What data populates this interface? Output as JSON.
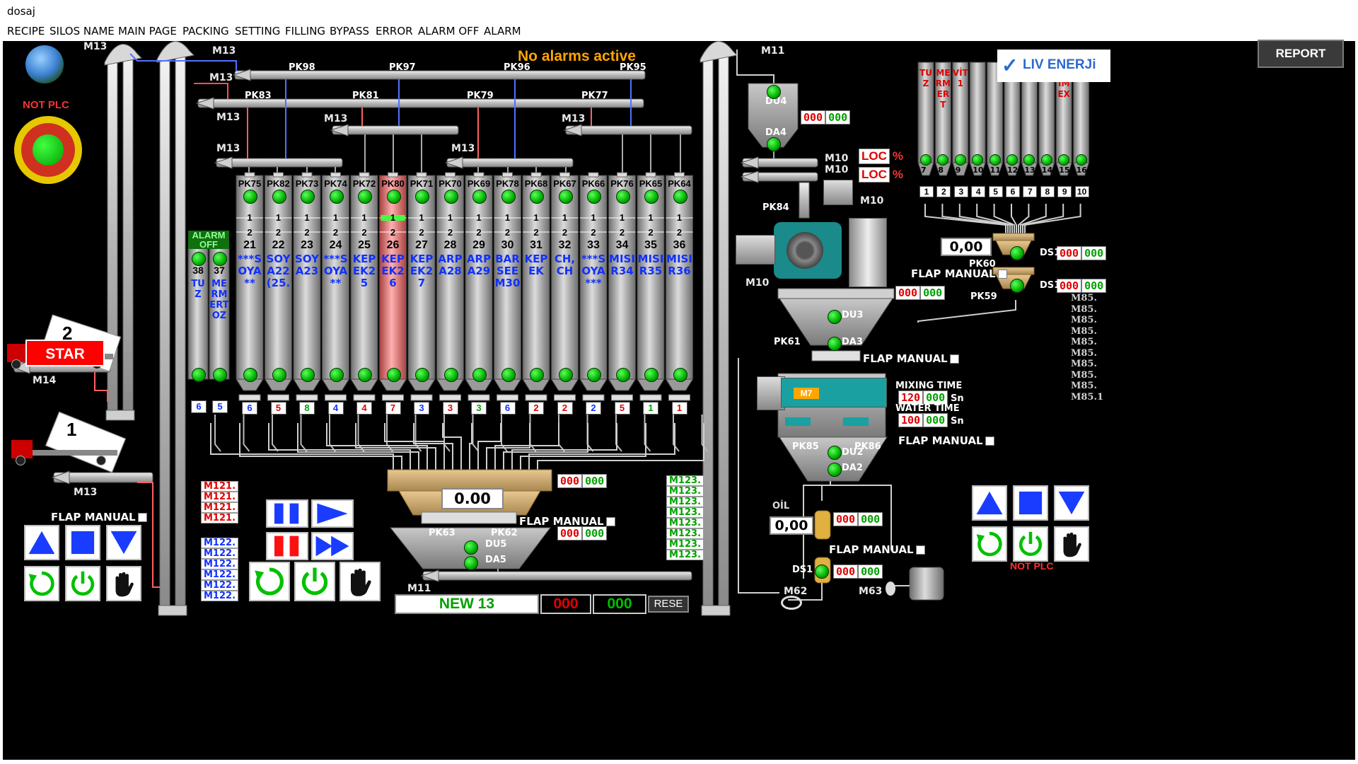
{
  "window": {
    "title": "dosaj"
  },
  "menu": [
    "RECIPE",
    "SILOS NAME",
    "MAIN PAGE",
    "PACKING",
    "SETTING",
    "FILLING",
    "BYPASS",
    "ERROR",
    "ALARM OFF",
    "ALARM"
  ],
  "header": {
    "alarm_status": "No alarms active",
    "report_button": "REPORT",
    "logo": "LIV ENERJi"
  },
  "plc": {
    "left_status": "NOT PLC",
    "right_status": "NOT PLC"
  },
  "start_button": "STAR",
  "trucks": [
    {
      "label": "2"
    },
    {
      "label": "1"
    }
  ],
  "motor_labels": {
    "m13": "M13",
    "m14": "M14",
    "m11": "M11",
    "m10": "M10",
    "m62": "M62",
    "m63": "M63",
    "m7": "M7"
  },
  "pipes": [
    "PK98",
    "PK97",
    "PK96",
    "PK95",
    "PK83",
    "PK81",
    "PK79",
    "PK77"
  ],
  "silos": [
    {
      "top": "PK75",
      "num": "21",
      "name": "***SOYA**",
      "bin": "6",
      "alert": false
    },
    {
      "top": "PK82",
      "num": "22",
      "name": "SOYA22(25.",
      "bin": "5",
      "alert": false
    },
    {
      "top": "PK73",
      "num": "23",
      "name": "SOYA23",
      "bin": "8",
      "alert": false
    },
    {
      "top": "PK74",
      "num": "24",
      "name": "***SOYA**",
      "bin": "4",
      "alert": false
    },
    {
      "top": "PK72",
      "num": "25",
      "name": "KEPEK25",
      "bin": "4",
      "alert": false
    },
    {
      "top": "PK80",
      "num": "26",
      "name": "KEPEK26",
      "bin": "7",
      "alert": true
    },
    {
      "top": "PK71",
      "num": "27",
      "name": "KEPEK27",
      "bin": "3",
      "alert": false
    },
    {
      "top": "PK70",
      "num": "28",
      "name": "ARPA28",
      "bin": "3",
      "alert": false
    },
    {
      "top": "PK69",
      "num": "29",
      "name": "ARPA29",
      "bin": "3",
      "alert": false
    },
    {
      "top": "PK78",
      "num": "30",
      "name": "BARSEEM30",
      "bin": "6",
      "alert": false
    },
    {
      "top": "PK68",
      "num": "31",
      "name": "KEPEK",
      "bin": "2",
      "alert": false
    },
    {
      "top": "PK67",
      "num": "32",
      "name": "CH,CH",
      "bin": "2",
      "alert": false
    },
    {
      "top": "PK66",
      "num": "33",
      "name": "***SOYA***",
      "bin": "2",
      "alert": false
    },
    {
      "top": "PK76",
      "num": "34",
      "name": "MISIR34",
      "bin": "5",
      "alert": false
    },
    {
      "top": "PK65",
      "num": "35",
      "name": "MISIR35",
      "bin": "1",
      "alert": false
    },
    {
      "top": "PK64",
      "num": "36",
      "name": "MISIR36",
      "bin": "1",
      "alert": false
    }
  ],
  "small_silos": [
    {
      "num": "38",
      "name": "TUZ",
      "bin": "6"
    },
    {
      "num": "37",
      "name": "MERMERTOZ",
      "bin": "5"
    }
  ],
  "alarm_off_badge": "ALARM OFF",
  "right_silos": [
    {
      "name": "TUZ",
      "bin": "1",
      "num": "7"
    },
    {
      "name": "MERMERT",
      "bin": "2",
      "num": "8"
    },
    {
      "name": "VİT1",
      "bin": "3",
      "num": "9"
    },
    {
      "name": "",
      "bin": "4",
      "num": "10"
    },
    {
      "name": "",
      "bin": "5",
      "num": "11"
    },
    {
      "name": "",
      "bin": "6",
      "num": "12"
    },
    {
      "name": "",
      "bin": "7",
      "num": "13"
    },
    {
      "name": "",
      "bin": "8",
      "num": "14"
    },
    {
      "name": "PRIMEX",
      "bin": "9",
      "num": "15"
    },
    {
      "name": "",
      "bin": "10",
      "num": "16"
    }
  ],
  "scale": {
    "main_value": "0.00",
    "right_value": "0,00",
    "oil_value": "0,00",
    "oil_label": "OİL"
  },
  "counters": {
    "red": "000",
    "green": "000"
  },
  "percent": {
    "loc": "LOC",
    "unit": "%"
  },
  "flap_manual": "FLAP MANUAL",
  "mixer": {
    "mixing_label": "MIXING TIME",
    "mixing_red": "120",
    "mixing_green": "000",
    "water_label": "WATER TIME",
    "water_red": "100",
    "water_green": "000",
    "unit": "Sn"
  },
  "equipment_labels": {
    "du4": "DU4",
    "da4": "DA4",
    "du3": "DU3",
    "da3": "DA3",
    "du2": "DU2",
    "da2": "DA2",
    "du5": "DU5",
    "da5": "DA5",
    "ds1": "DS1",
    "pk84": "PK84",
    "pk61": "PK61",
    "pk60": "PK60",
    "pk59": "PK59",
    "pk63": "PK63",
    "pk62": "PK62",
    "pk85": "PK85",
    "pk86": "PK86"
  },
  "m121_labels": [
    "M121.",
    "M121.",
    "M121.",
    "M121."
  ],
  "m122_labels": [
    "M122.",
    "M122.",
    "M122.",
    "M122.",
    "M122.",
    "M122."
  ],
  "m123_labels": [
    "M123.",
    "M123.",
    "M123.",
    "M123.",
    "M123.",
    "M123.",
    "M123.",
    "M123."
  ],
  "m85_labels": [
    "M85.",
    "M85.",
    "M85.",
    "M85.",
    "M85.",
    "M85.",
    "M85.",
    "M85.",
    "M85.",
    "M85.1"
  ],
  "bottom": {
    "recipe_name": "NEW 13",
    "counter_red": "000",
    "counter_green": "000",
    "reset": "RESE"
  },
  "colors": {
    "bg": "#000000",
    "silo_gray": "#9a9a9a",
    "led_green": "#00c000",
    "red": "#e00000",
    "blue": "#1a3cff",
    "alarm_text": "#ffa500"
  }
}
